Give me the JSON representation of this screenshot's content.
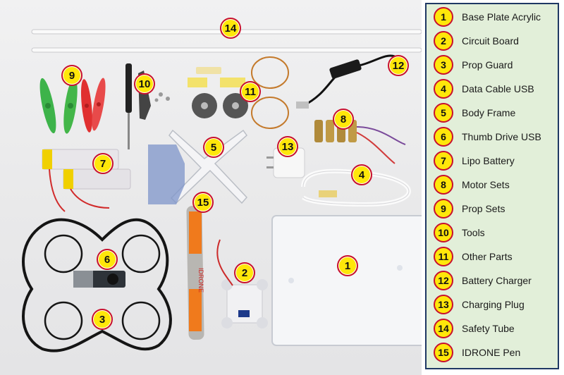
{
  "legend": {
    "items": [
      {
        "num": "1",
        "label": "Base Plate Acrylic"
      },
      {
        "num": "2",
        "label": "Circuit Board"
      },
      {
        "num": "3",
        "label": "Prop Guard"
      },
      {
        "num": "4",
        "label": "Data Cable USB"
      },
      {
        "num": "5",
        "label": "Body Frame"
      },
      {
        "num": "6",
        "label": "Thumb Drive USB"
      },
      {
        "num": "7",
        "label": "Lipo Battery"
      },
      {
        "num": "8",
        "label": "Motor Sets"
      },
      {
        "num": "9",
        "label": "Prop Sets"
      },
      {
        "num": "10",
        "label": "Tools"
      },
      {
        "num": "11",
        "label": "Other Parts"
      },
      {
        "num": "12",
        "label": "Battery Charger"
      },
      {
        "num": "13",
        "label": "Charging Plug"
      },
      {
        "num": "14",
        "label": "Safety Tube"
      },
      {
        "num": "15",
        "label": "IDRONE Pen"
      }
    ]
  },
  "photo_markers": [
    "14",
    "12",
    "9",
    "10",
    "11",
    "8",
    "5",
    "13",
    "7",
    "4",
    "15",
    "1",
    "6",
    "2",
    "3"
  ],
  "pen_text": "IDRONE",
  "colors": {
    "marker_fill": "#ffe70a",
    "marker_border": "#c8102e",
    "legend_bg": "#e2efd9",
    "legend_border": "#1f3864"
  }
}
